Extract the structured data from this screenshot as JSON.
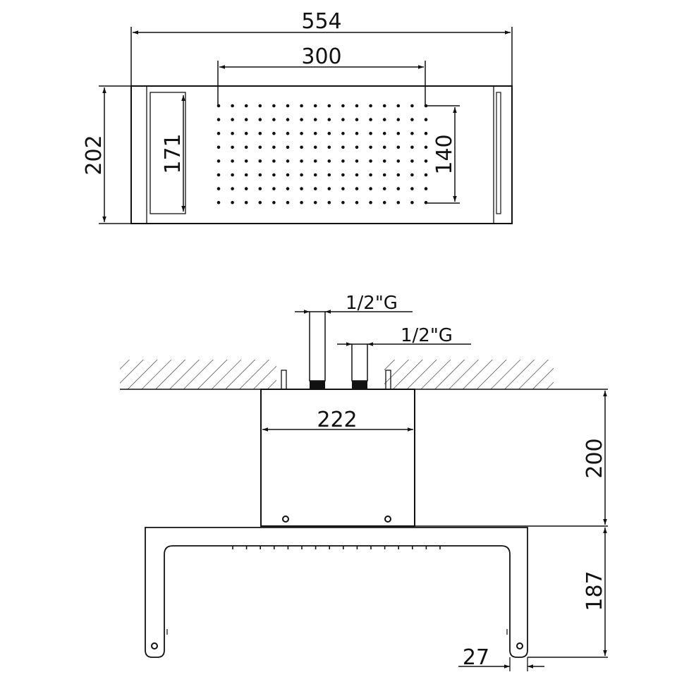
{
  "drawing": {
    "top_view": {
      "overall_width": "554",
      "nozzle_area_width": "300",
      "overall_depth": "202",
      "cassette_height": "171",
      "nozzle_area_depth": "140"
    },
    "side_view": {
      "inlet_1": "1/2\"G",
      "inlet_2": "1/2\"G",
      "box_width": "222",
      "box_height": "200",
      "frame_drop": "187",
      "frame_leg_width": "27"
    }
  }
}
